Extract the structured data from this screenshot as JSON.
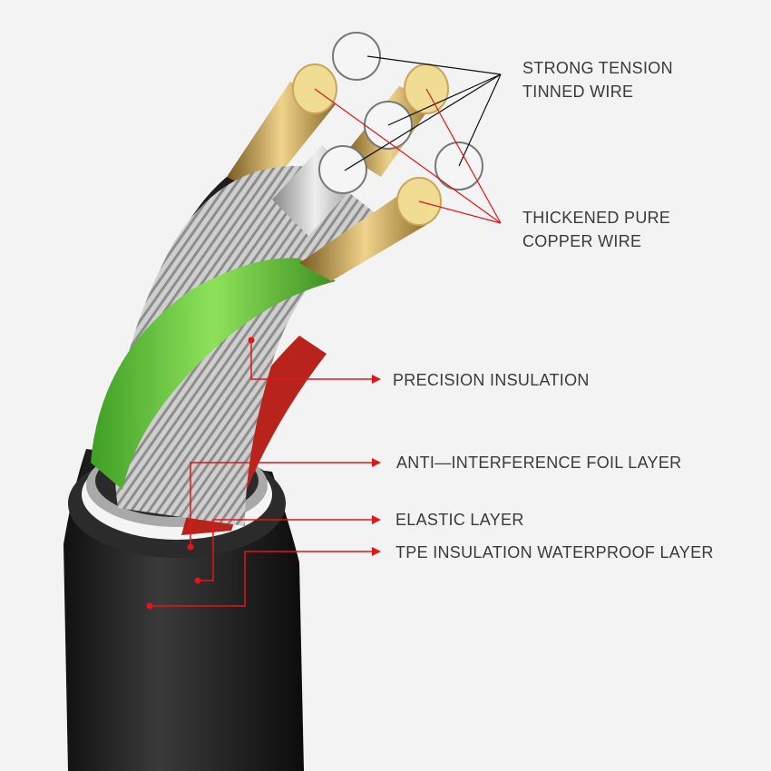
{
  "labels": {
    "tinned_wire": [
      "STRONG TENSION",
      "TINNED WIRE"
    ],
    "copper_wire": [
      "THICKENED PURE",
      "COPPER WIRE"
    ],
    "precision_insulation": "PRECISION INSULATION",
    "foil_layer": "ANTI—INTERFERENCE FOIL LAYER",
    "elastic_layer": "ELASTIC LAYER",
    "tpe_layer": "TPE INSULATION WATERPROOF LAYER"
  },
  "colors": {
    "leader_red": "#e0161b",
    "leader_black": "#111111",
    "jacket": "#1e1e1e",
    "green_insulation": "#5fc93a",
    "red_insulation": "#b8231c",
    "copper": "#e6c574",
    "tinned": "#e9e9e9"
  }
}
